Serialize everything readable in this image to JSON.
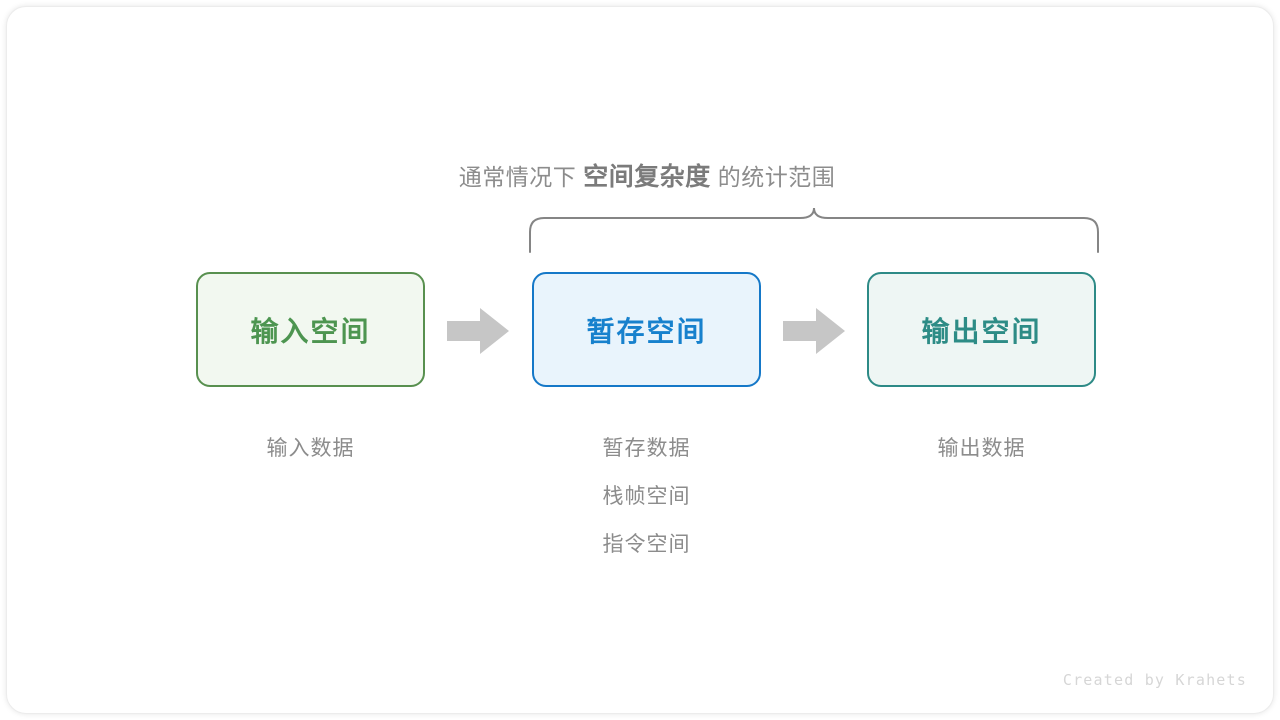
{
  "heading": {
    "prefix": "通常情况下",
    "emphasis": "空间复杂度",
    "suffix": "的统计范围"
  },
  "boxes": [
    {
      "id": "input",
      "label": "输入空间",
      "border_color": "#58904f",
      "fill_color": "#f2f8f0",
      "text_color": "#4d9550"
    },
    {
      "id": "temp",
      "label": "暂存空间",
      "border_color": "#1578c8",
      "fill_color": "#e9f4fc",
      "text_color": "#1781cd"
    },
    {
      "id": "output",
      "label": "输出空间",
      "border_color": "#2d8a86",
      "fill_color": "#eef6f4",
      "text_color": "#2d8c86"
    }
  ],
  "arrows": [
    {
      "id": "arrow-1",
      "icon": "right-arrow-icon",
      "color": "#c6c6c6"
    },
    {
      "id": "arrow-2",
      "icon": "right-arrow-icon",
      "color": "#c6c6c6"
    }
  ],
  "captions": {
    "input": [
      "输入数据"
    ],
    "temp": [
      "暂存数据",
      "栈帧空间",
      "指令空间"
    ],
    "output": [
      "输出数据"
    ]
  },
  "brace": {
    "icon": "curly-brace-icon",
    "color": "#858585",
    "spans_boxes": [
      "temp",
      "output"
    ]
  },
  "credit": "Created by Krahets",
  "colors": {
    "text_gray": "#8c8c8c",
    "credit_gray": "#d6d6d6",
    "page_background": "#ffffff",
    "card_background": "#ffffff"
  }
}
